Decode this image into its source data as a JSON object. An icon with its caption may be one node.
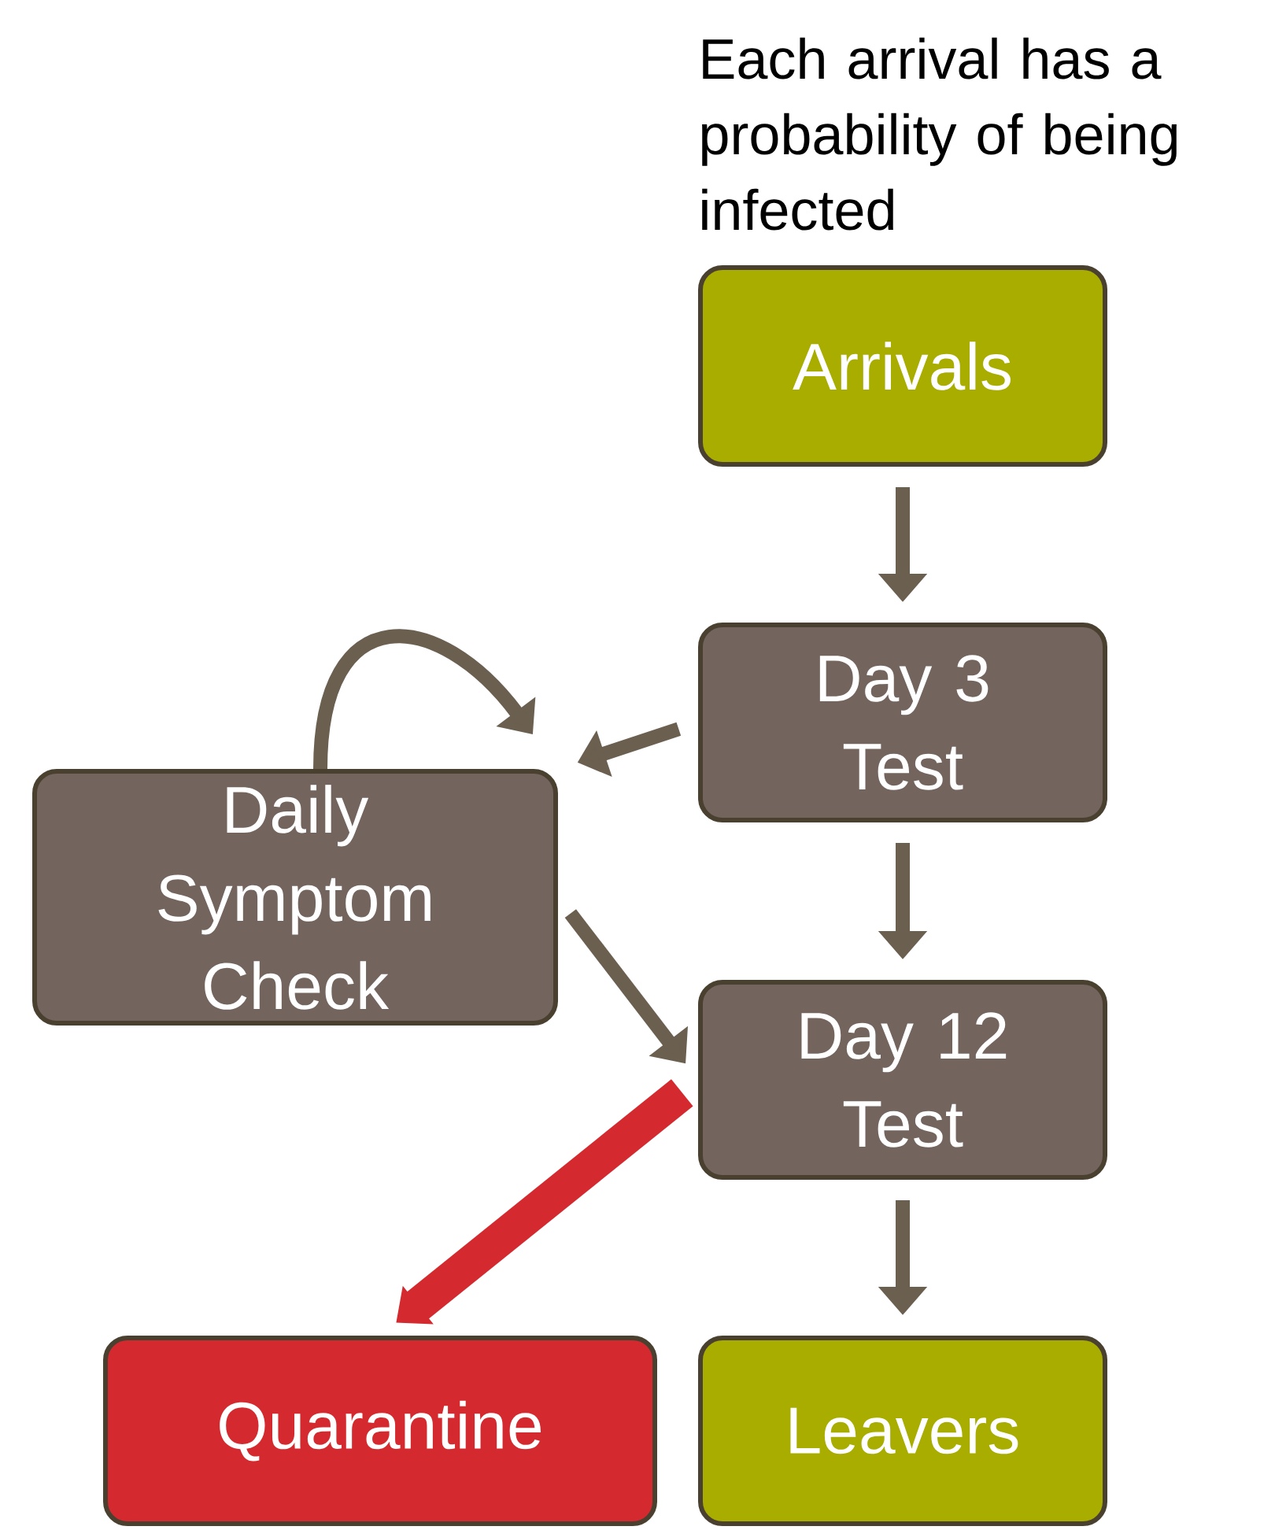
{
  "diagram": {
    "nodes": [
      {
        "text": [
          "Arrivals"
        ],
        "beside": [
          "Each arrival has a probability of being infected"
        ]
      },
      {
        "text": [
          "Day 3 Test"
        ]
      },
      {
        "text": [
          "Daily Symptom Check"
        ]
      },
      {
        "text": [
          "Day 12 Test"
        ]
      },
      {
        "text": [
          "Quarantine"
        ]
      },
      {
        "text": [
          "Leavers"
        ]
      }
    ],
    "edges": [
      {
        "from": 0,
        "to": 1,
        "arrow": "to"
      },
      {
        "from": 1,
        "to": 2,
        "arrow": "to"
      },
      {
        "from": 2,
        "to": 2,
        "arrow": "to"
      },
      {
        "from": 2,
        "to": 3,
        "arrow": "to"
      },
      {
        "from": 1,
        "to": 3,
        "arrow": "to"
      },
      {
        "from": 3,
        "to": 5,
        "arrow": "to"
      },
      {
        "from": 3,
        "to": 4,
        "arrow": "to",
        "style": "thick",
        "color": "#d42a2f"
      }
    ]
  }
}
